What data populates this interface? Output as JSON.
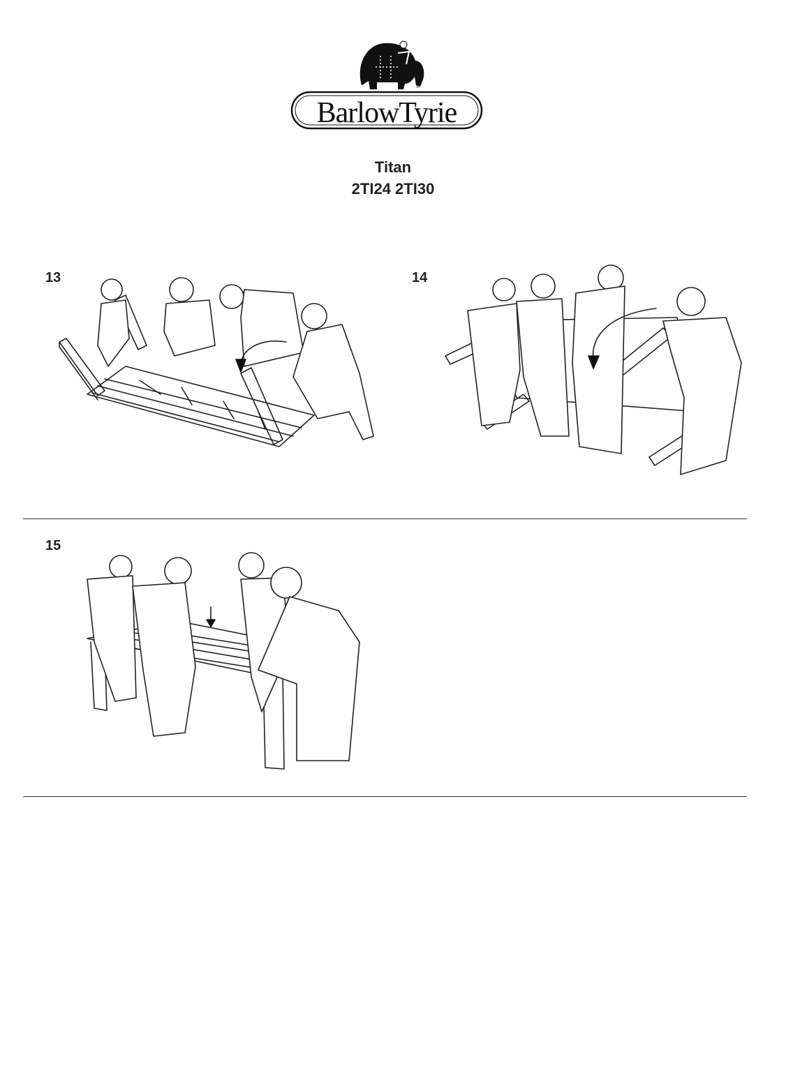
{
  "logo": {
    "brand": "BarlowTyrie",
    "mark": "®"
  },
  "header": {
    "product_name": "Titan",
    "model_codes": "2TI24  2TI30"
  },
  "steps": [
    {
      "number": "13",
      "arrow": "rotate-arrow-icon"
    },
    {
      "number": "14",
      "arrow": "rotate-arrow-icon"
    },
    {
      "number": "15",
      "arrow": "down-arrow-icon"
    }
  ]
}
